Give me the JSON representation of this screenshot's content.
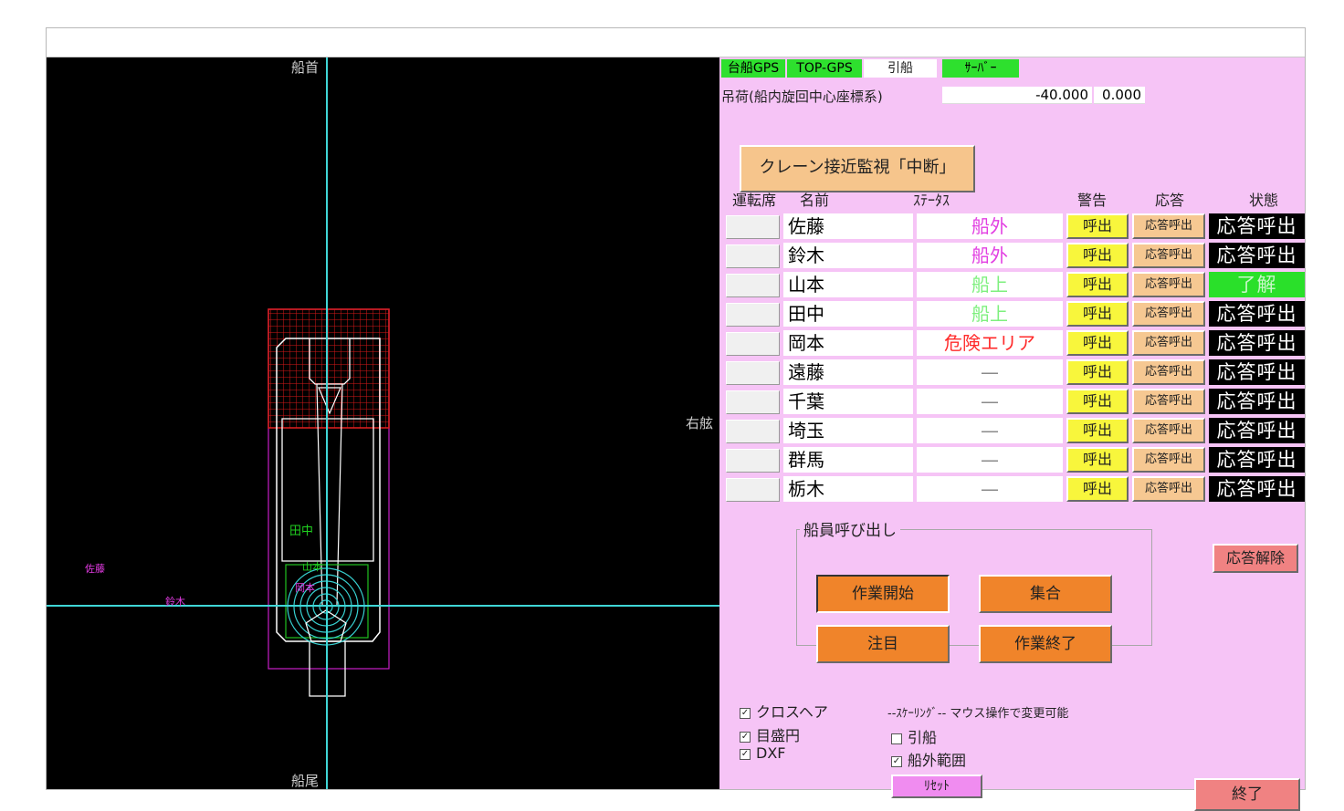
{
  "canvas": {
    "label_bow": "船首",
    "label_stern": "船尾",
    "label_starboard": "右舷",
    "label_tanaka": "田中",
    "label_yamamoto": "山本",
    "label_okamoto": "岡本",
    "label_sato": "佐藤",
    "label_suzuki": "鈴木"
  },
  "panel": {
    "tags": [
      "台船GPS",
      "TOP-GPS",
      "引船",
      "ｻｰﾊﾞｰ"
    ],
    "load_label": "吊荷(船内旋回中心座標系)",
    "load_x": "-40.000",
    "load_y": "0.000",
    "crane_button": "クレーン接近監視「中断」",
    "headers": {
      "seat": "運転席",
      "name": "名前",
      "status": "ｽﾃｰﾀｽ",
      "warning": "警告",
      "response": "応答",
      "state": "状態"
    },
    "rows": [
      {
        "name": "佐藤",
        "status": "船外",
        "warn": "呼出",
        "resp": "応答呼出",
        "state": "応答呼出"
      },
      {
        "name": "鈴木",
        "status": "船外",
        "warn": "呼出",
        "resp": "応答呼出",
        "state": "応答呼出"
      },
      {
        "name": "山本",
        "status": "船上",
        "warn": "呼出",
        "resp": "応答呼出",
        "state": "了解"
      },
      {
        "name": "田中",
        "status": "船上",
        "warn": "呼出",
        "resp": "応答呼出",
        "state": "応答呼出"
      },
      {
        "name": "岡本",
        "status": "危険エリア",
        "warn": "呼出",
        "resp": "応答呼出",
        "state": "応答呼出"
      },
      {
        "name": "遠藤",
        "status": "—",
        "warn": "呼出",
        "resp": "応答呼出",
        "state": "応答呼出"
      },
      {
        "name": "千葉",
        "status": "—",
        "warn": "呼出",
        "resp": "応答呼出",
        "state": "応答呼出"
      },
      {
        "name": "埼玉",
        "status": "—",
        "warn": "呼出",
        "resp": "応答呼出",
        "state": "応答呼出"
      },
      {
        "name": "群馬",
        "status": "—",
        "warn": "呼出",
        "resp": "応答呼出",
        "state": "応答呼出"
      },
      {
        "name": "栃木",
        "status": "—",
        "warn": "呼出",
        "resp": "応答呼出",
        "state": "応答呼出"
      }
    ],
    "status_colors": {
      "船外": "#e23ee2",
      "船上": "#7ef07e",
      "危険エリア": "#ff2a2a",
      "—": "#8a8a8a"
    },
    "release_button": "応答解除",
    "group_title": "船員呼び出し",
    "call_buttons": {
      "start": "作業開始",
      "gather": "集合",
      "attention": "注目",
      "end": "作業終了"
    },
    "checks": {
      "crosshair": "クロスヘア",
      "scale_circle": "目盛円",
      "dxf": "DXF"
    },
    "scaling_label": "--ｽｹｰﾘﾝｸﾞ-- マウス操作で変更可能",
    "scaling_checks": {
      "tug": "引船",
      "outside": "船外範囲"
    },
    "check_states": {
      "crosshair": true,
      "scale_circle": true,
      "dxf": true,
      "tug": false,
      "outside": true
    },
    "reset_button": "ﾘｾｯﾄ",
    "exit_button": "終了"
  }
}
